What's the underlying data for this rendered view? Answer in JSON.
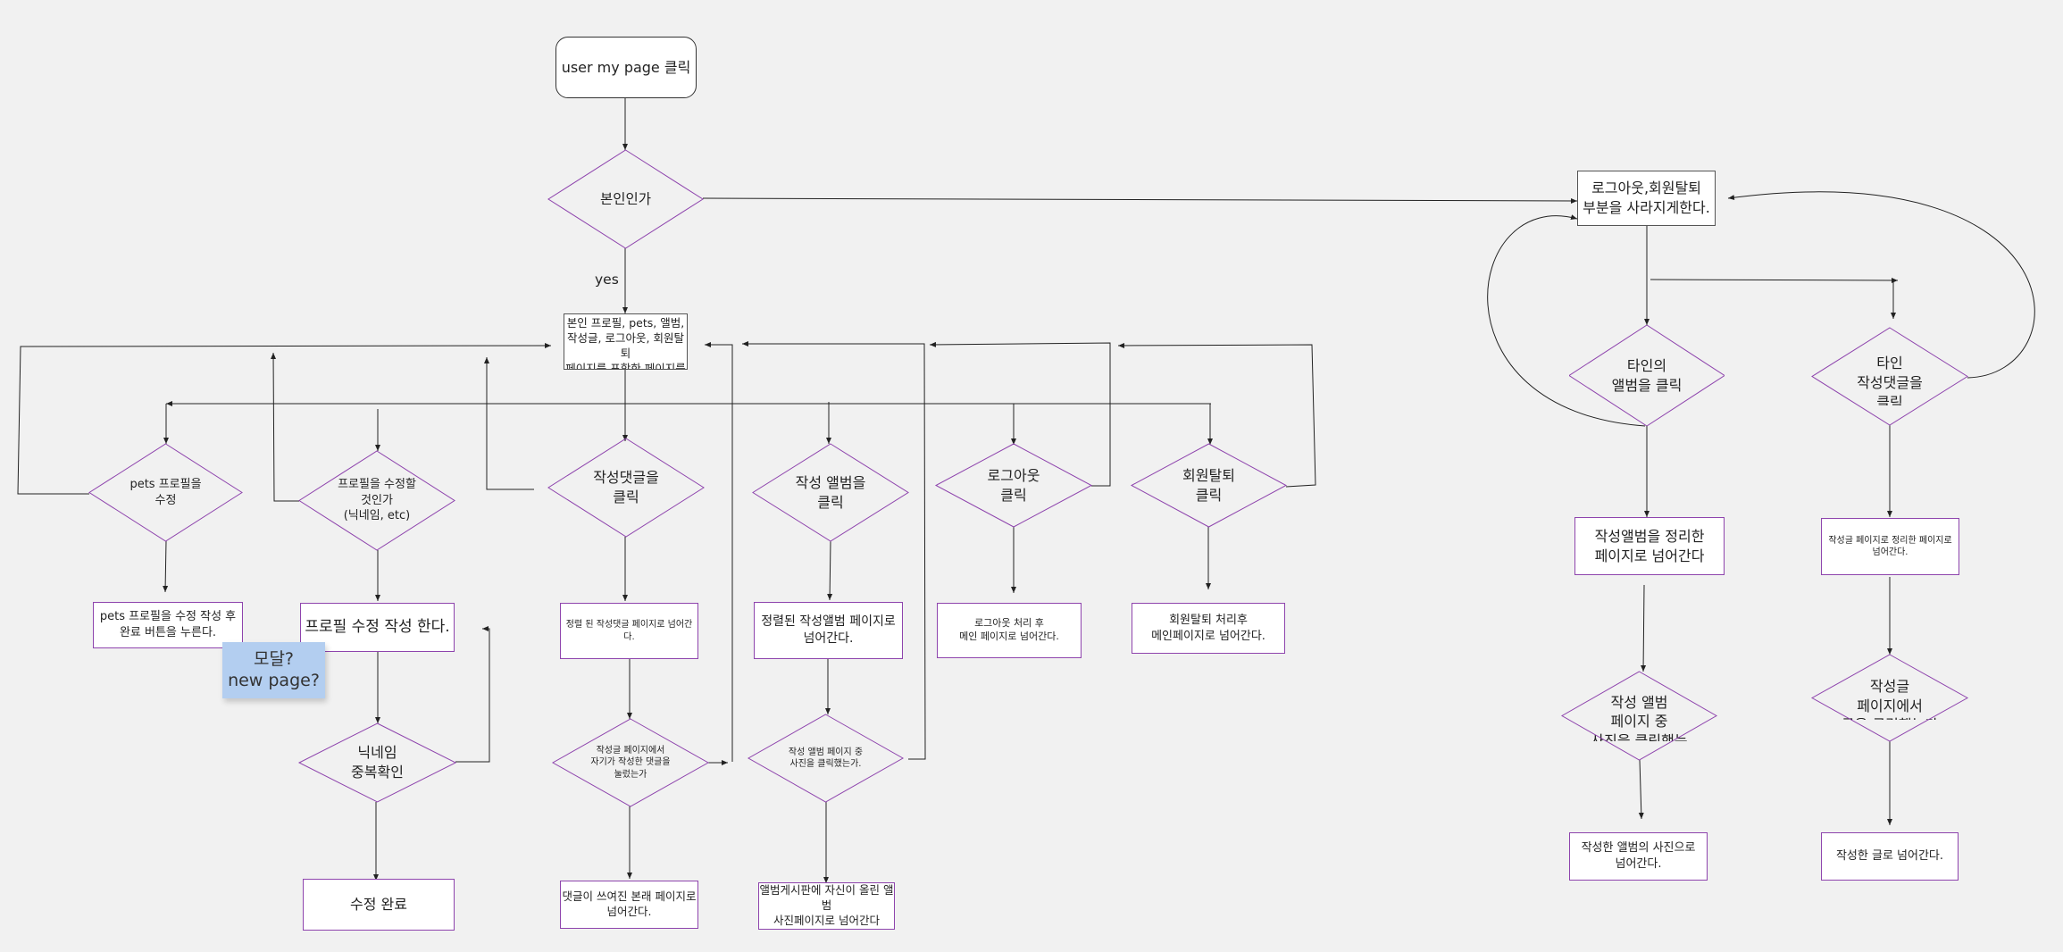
{
  "colors": {
    "background": "#f1f1f1",
    "diamond_stroke": "#8e44ad",
    "box_purple": "#8e44ad",
    "connector": "#222222",
    "sticky_note": "#b3cef0"
  },
  "nodes": {
    "start": "user my page 클릭",
    "is_self": "본인인가",
    "yes_label": "yes",
    "self_page": "본인 프로필, pets, 앨범,\n작성글, 로그아웃, 회원탈퇴\n페이지를 포함한 페이지를\n띄운다",
    "pets_edit_q": "pets 프로필을\n수정",
    "pets_edit_done": "pets 프로필을 수정 작성 후\n완료 버튼을 누른다.",
    "profile_edit_q": "프로필을 수정할\n것인가\n(닉네임, etc)",
    "profile_edit": "프로필 수정 작성 한다.",
    "nickname_check": "닉네임\n중복확인",
    "edit_done": "수정 완료",
    "sticky_note": "모달?\nnew page?",
    "comment_click": "작성댓글을\n클릭",
    "comment_page": "정렬 된 작성댓글 페이지로 넘어간다.",
    "comment_q": "작성글 페이지에서\n자기가 작성한 댓글을\n눌렀는가",
    "comment_result": "댓글이 쓰여진 본래 페이지로\n넘어간다.",
    "album_click": "작성 앨범을\n클릭",
    "album_page": "정렬된 작성앨범 페이지로\n넘어간다.",
    "album_q": "작성 앨범 페이지 중\n사진을 클릭했는가.",
    "album_result": "앨범게시판에 자신이 올린 앨범\n사진페이지로 넘어간다",
    "logout_click": "로그아웃\n클릭",
    "logout_result": "로그아웃 처리 후\n메인 페이지로 넘어간다.",
    "withdraw_click": "회원탈퇴\n클릭",
    "withdraw_result": "회원탈퇴 처리후\n메인페이지로 넘어간다.",
    "hide_buttons": "로그아웃,회원탈퇴\n부분을 사라지게한다.",
    "other_album_click": "타인의\n앨범을 클릭",
    "other_album_page": "작성앨범을 정리한\n페이지로 넘어간다",
    "other_album_q": "작성 앨범\n페이지 중\n사진을 클릭했는가",
    "other_album_result": "작성한 앨범의 사진으로\n넘어간다.",
    "other_comment_click": "타인\n작성댓글을\n클릭",
    "other_comment_page": "작성글 페이지로 정리한 페이지로\n넘어간다.",
    "other_comment_q": "작성글\n페이지에서\n글을 클릭했는가",
    "other_comment_result": "작성한 글로 넘어간다."
  }
}
